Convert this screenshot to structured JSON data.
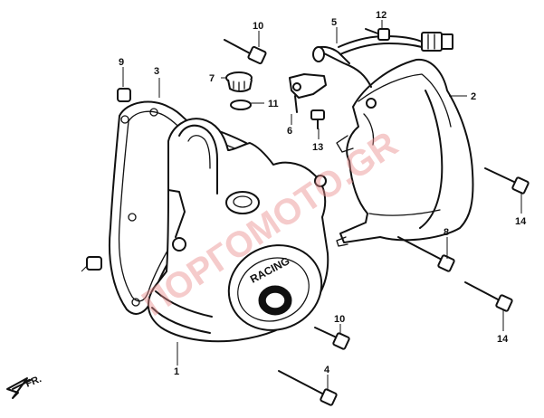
{
  "diagram": {
    "callouts": {
      "c1": "1",
      "c2": "2",
      "c3": "3",
      "c4": "4",
      "c5": "5",
      "c6": "6",
      "c7": "7",
      "c8": "8",
      "c9": "9",
      "c10a": "10",
      "c10b": "10",
      "c11": "11",
      "c12": "12",
      "c13": "13",
      "c14a": "14",
      "c14b": "14"
    },
    "direction_label": "FR.",
    "cover_emboss": "RACING",
    "watermark": "ПОРГОМОТО.GR"
  },
  "colors": {
    "ink": "#111111",
    "watermark": "#e98b8b",
    "background": "#ffffff"
  }
}
